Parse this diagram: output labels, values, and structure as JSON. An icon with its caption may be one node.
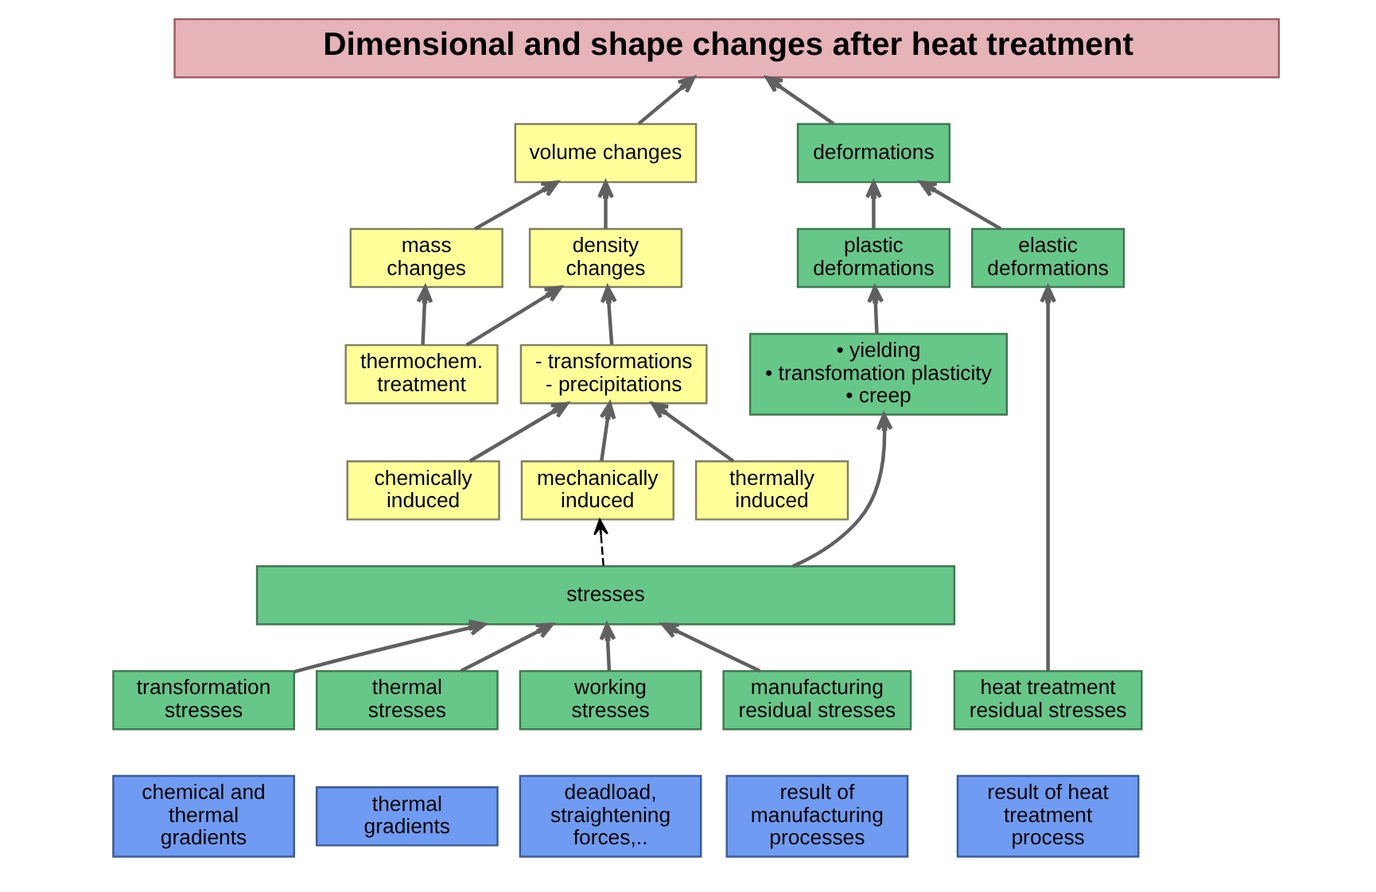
{
  "diagram": {
    "nodes": [
      {
        "text": [
          "Dimensional and shape changes after heat treatment"
        ]
      },
      {
        "text": [
          "volume changes"
        ]
      },
      {
        "text": [
          "deformations"
        ]
      },
      {
        "text": [
          "mass changes"
        ]
      },
      {
        "text": [
          "density changes"
        ]
      },
      {
        "text": [
          "plastic deformations"
        ]
      },
      {
        "text": [
          "elastic deformations"
        ]
      },
      {
        "text": [
          "thermochem. treatment"
        ]
      },
      {
        "text": [
          "- transformations",
          "- precipitations"
        ]
      },
      {
        "text": [
          "• yielding",
          "• transfomation plasticity",
          "• creep"
        ]
      },
      {
        "text": [
          "chemically induced"
        ]
      },
      {
        "text": [
          "thermally induced"
        ]
      },
      {
        "text": [
          "mechanically induced"
        ]
      },
      {
        "text": [
          "stresses"
        ]
      },
      {
        "text": [
          "transformation stresses"
        ]
      },
      {
        "text": [
          "thermal stresses"
        ]
      },
      {
        "text": [
          "working stresses"
        ]
      },
      {
        "text": [
          "manufacturing residual stresses"
        ]
      },
      {
        "text": [
          "heat treatment residual stresses"
        ]
      },
      {
        "text": [
          "chemical and thermal gradients"
        ]
      },
      {
        "text": [
          "thermal gradients"
        ]
      },
      {
        "text": [
          "deadload, straightening forces,.."
        ]
      },
      {
        "text": [
          "result of manufacturing processes"
        ]
      },
      {
        "text": [
          "result of heat treatment process"
        ]
      }
    ],
    "edges": [
      {
        "from": 1,
        "to": 0,
        "arrow": "to"
      },
      {
        "from": 2,
        "to": 0,
        "arrow": "to"
      },
      {
        "from": 3,
        "to": 1,
        "arrow": "to"
      },
      {
        "from": 4,
        "to": 1,
        "arrow": "to"
      },
      {
        "from": 5,
        "to": 2,
        "arrow": "to"
      },
      {
        "from": 6,
        "to": 2,
        "arrow": "to"
      },
      {
        "from": 7,
        "to": 3,
        "arrow": "to"
      },
      {
        "from": 7,
        "to": 4,
        "arrow": "to"
      },
      {
        "from": 8,
        "to": 4,
        "arrow": "to"
      },
      {
        "from": 9,
        "to": 5,
        "arrow": "to"
      },
      {
        "from": 10,
        "to": 8,
        "arrow": "to"
      },
      {
        "from": 11,
        "to": 8,
        "arrow": "to"
      },
      {
        "from": 12,
        "to": 8,
        "arrow": "to"
      },
      {
        "from": 13,
        "to": 12,
        "arrow": "to",
        "style": "dashed",
        "color": "#000000"
      },
      {
        "from": 13,
        "to": 9,
        "arrow": "to"
      },
      {
        "from": 14,
        "to": 13,
        "arrow": "to"
      },
      {
        "from": 15,
        "to": 13,
        "arrow": "to"
      },
      {
        "from": 16,
        "to": 13,
        "arrow": "to"
      },
      {
        "from": 17,
        "to": 13,
        "arrow": "to"
      },
      {
        "from": 18,
        "to": 6,
        "arrow": "to"
      }
    ]
  }
}
